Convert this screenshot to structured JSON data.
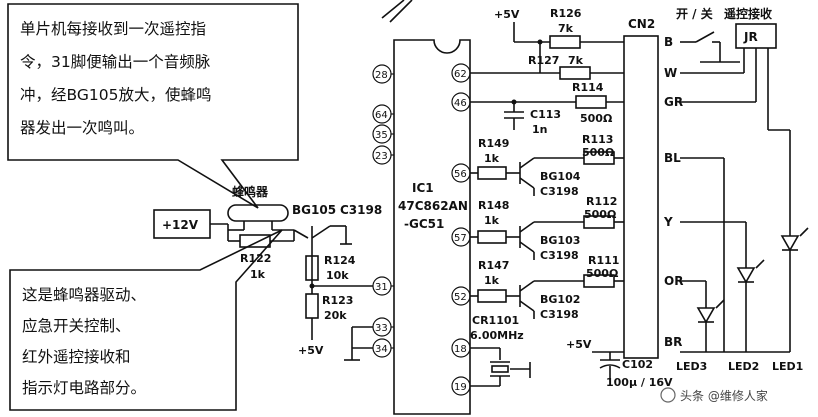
{
  "callout_top": {
    "lines": [
      "单片机每接收到一次遥控指",
      "令，31脚便输出一个音频脉",
      "冲，经BG105放大，使蜂鸣",
      "器发出一次鸣叫。"
    ]
  },
  "callout_bottom": {
    "lines": [
      "这是蜂鸣器驱动、",
      "应急开关控制、",
      "红外遥控接收和",
      "指示灯电路部分。"
    ]
  },
  "ic": {
    "name": "IC1",
    "part": "47C862AN",
    "suffix": "-GC51"
  },
  "ic_pins": {
    "p28": "28",
    "p64": "64",
    "p35": "35",
    "p23": "23",
    "p31": "31",
    "p33": "33",
    "p34": "34",
    "p62": "62",
    "p46": "46",
    "p56": "56",
    "p57": "57",
    "p52": "52",
    "p18": "18",
    "p19": "19"
  },
  "power": {
    "v12": "+12V",
    "v5_top": "+5V",
    "v5_left": "+5V",
    "v5_right": "+5V"
  },
  "buzzer": {
    "label": "蜂鸣器"
  },
  "bg105": {
    "name": "BG105",
    "part": "C3198"
  },
  "resistors": {
    "r122": {
      "name": "R122",
      "value": "1k"
    },
    "r124": {
      "name": "R124",
      "value": "10k"
    },
    "r123": {
      "name": "R123",
      "value": "20k"
    },
    "r126": {
      "name": "R126",
      "value": "7k"
    },
    "r127": {
      "name": "R127",
      "value": "7k"
    },
    "r114": {
      "name": "R114",
      "value": "500Ω"
    },
    "r149": {
      "name": "R149",
      "value": "1k"
    },
    "r148": {
      "name": "R148",
      "value": "1k"
    },
    "r147": {
      "name": "R147",
      "value": "1k"
    },
    "r113": {
      "name": "R113",
      "value": "500Ω"
    },
    "r112": {
      "name": "R112",
      "value": "500Ω"
    },
    "r111": {
      "name": "R111",
      "value": "500Ω"
    }
  },
  "capacitors": {
    "c113": {
      "name": "C113",
      "value": "1n"
    },
    "c102": {
      "name": "C102",
      "value": "100μ / 16V"
    }
  },
  "transistors": {
    "bg104": {
      "name": "BG104",
      "part": "C3198"
    },
    "bg103": {
      "name": "BG103",
      "part": "C3198"
    },
    "bg102": {
      "name": "BG102",
      "part": "C3198"
    }
  },
  "crystal": {
    "name": "CR1101",
    "freq": "6.00MHz"
  },
  "connector": {
    "name": "CN2",
    "pins": [
      "B",
      "W",
      "GR",
      "BL",
      "Y",
      "OR",
      "BR"
    ]
  },
  "switch": {
    "label": "开 / 关"
  },
  "receiver": {
    "label": "遥控接收",
    "box": "JR"
  },
  "leds": {
    "led1": "LED1",
    "led2": "LED2",
    "led3": "LED3"
  },
  "watermark": "头条 @维修人家"
}
